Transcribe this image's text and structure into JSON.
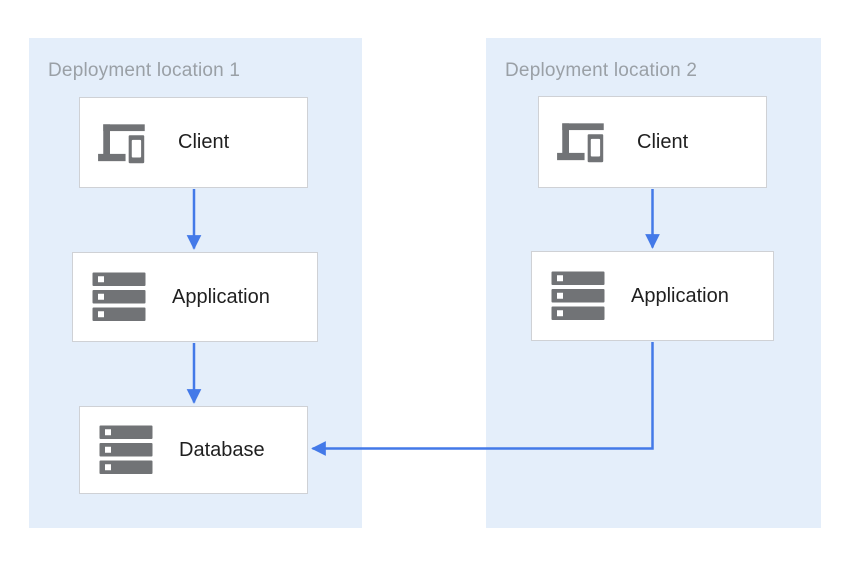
{
  "colors": {
    "panel_bg": "#E4EEFA",
    "node_bg": "#FFFFFF",
    "node_border": "#CFD1D5",
    "arrow_blue": "#4379E8",
    "icon_gray": "#717376",
    "title_gray": "#9AA0A6",
    "label_color": "#1F1F1F"
  },
  "panels": [
    {
      "title": "Deployment location 1",
      "nodes": [
        {
          "label": "Client",
          "icon": "devices-icon"
        },
        {
          "label": "Application",
          "icon": "server-stack-icon"
        },
        {
          "label": "Database",
          "icon": "server-stack-icon"
        }
      ]
    },
    {
      "title": "Deployment location 2",
      "nodes": [
        {
          "label": "Client",
          "icon": "devices-icon"
        },
        {
          "label": "Application",
          "icon": "server-stack-icon"
        }
      ]
    }
  ],
  "connections": [
    {
      "from": "client-1",
      "to": "application-1",
      "shape": "straight-down"
    },
    {
      "from": "application-1",
      "to": "database-1",
      "shape": "straight-down"
    },
    {
      "from": "client-2",
      "to": "application-2",
      "shape": "straight-down"
    },
    {
      "from": "application-2",
      "to": "database-1",
      "shape": "down-then-left"
    }
  ]
}
